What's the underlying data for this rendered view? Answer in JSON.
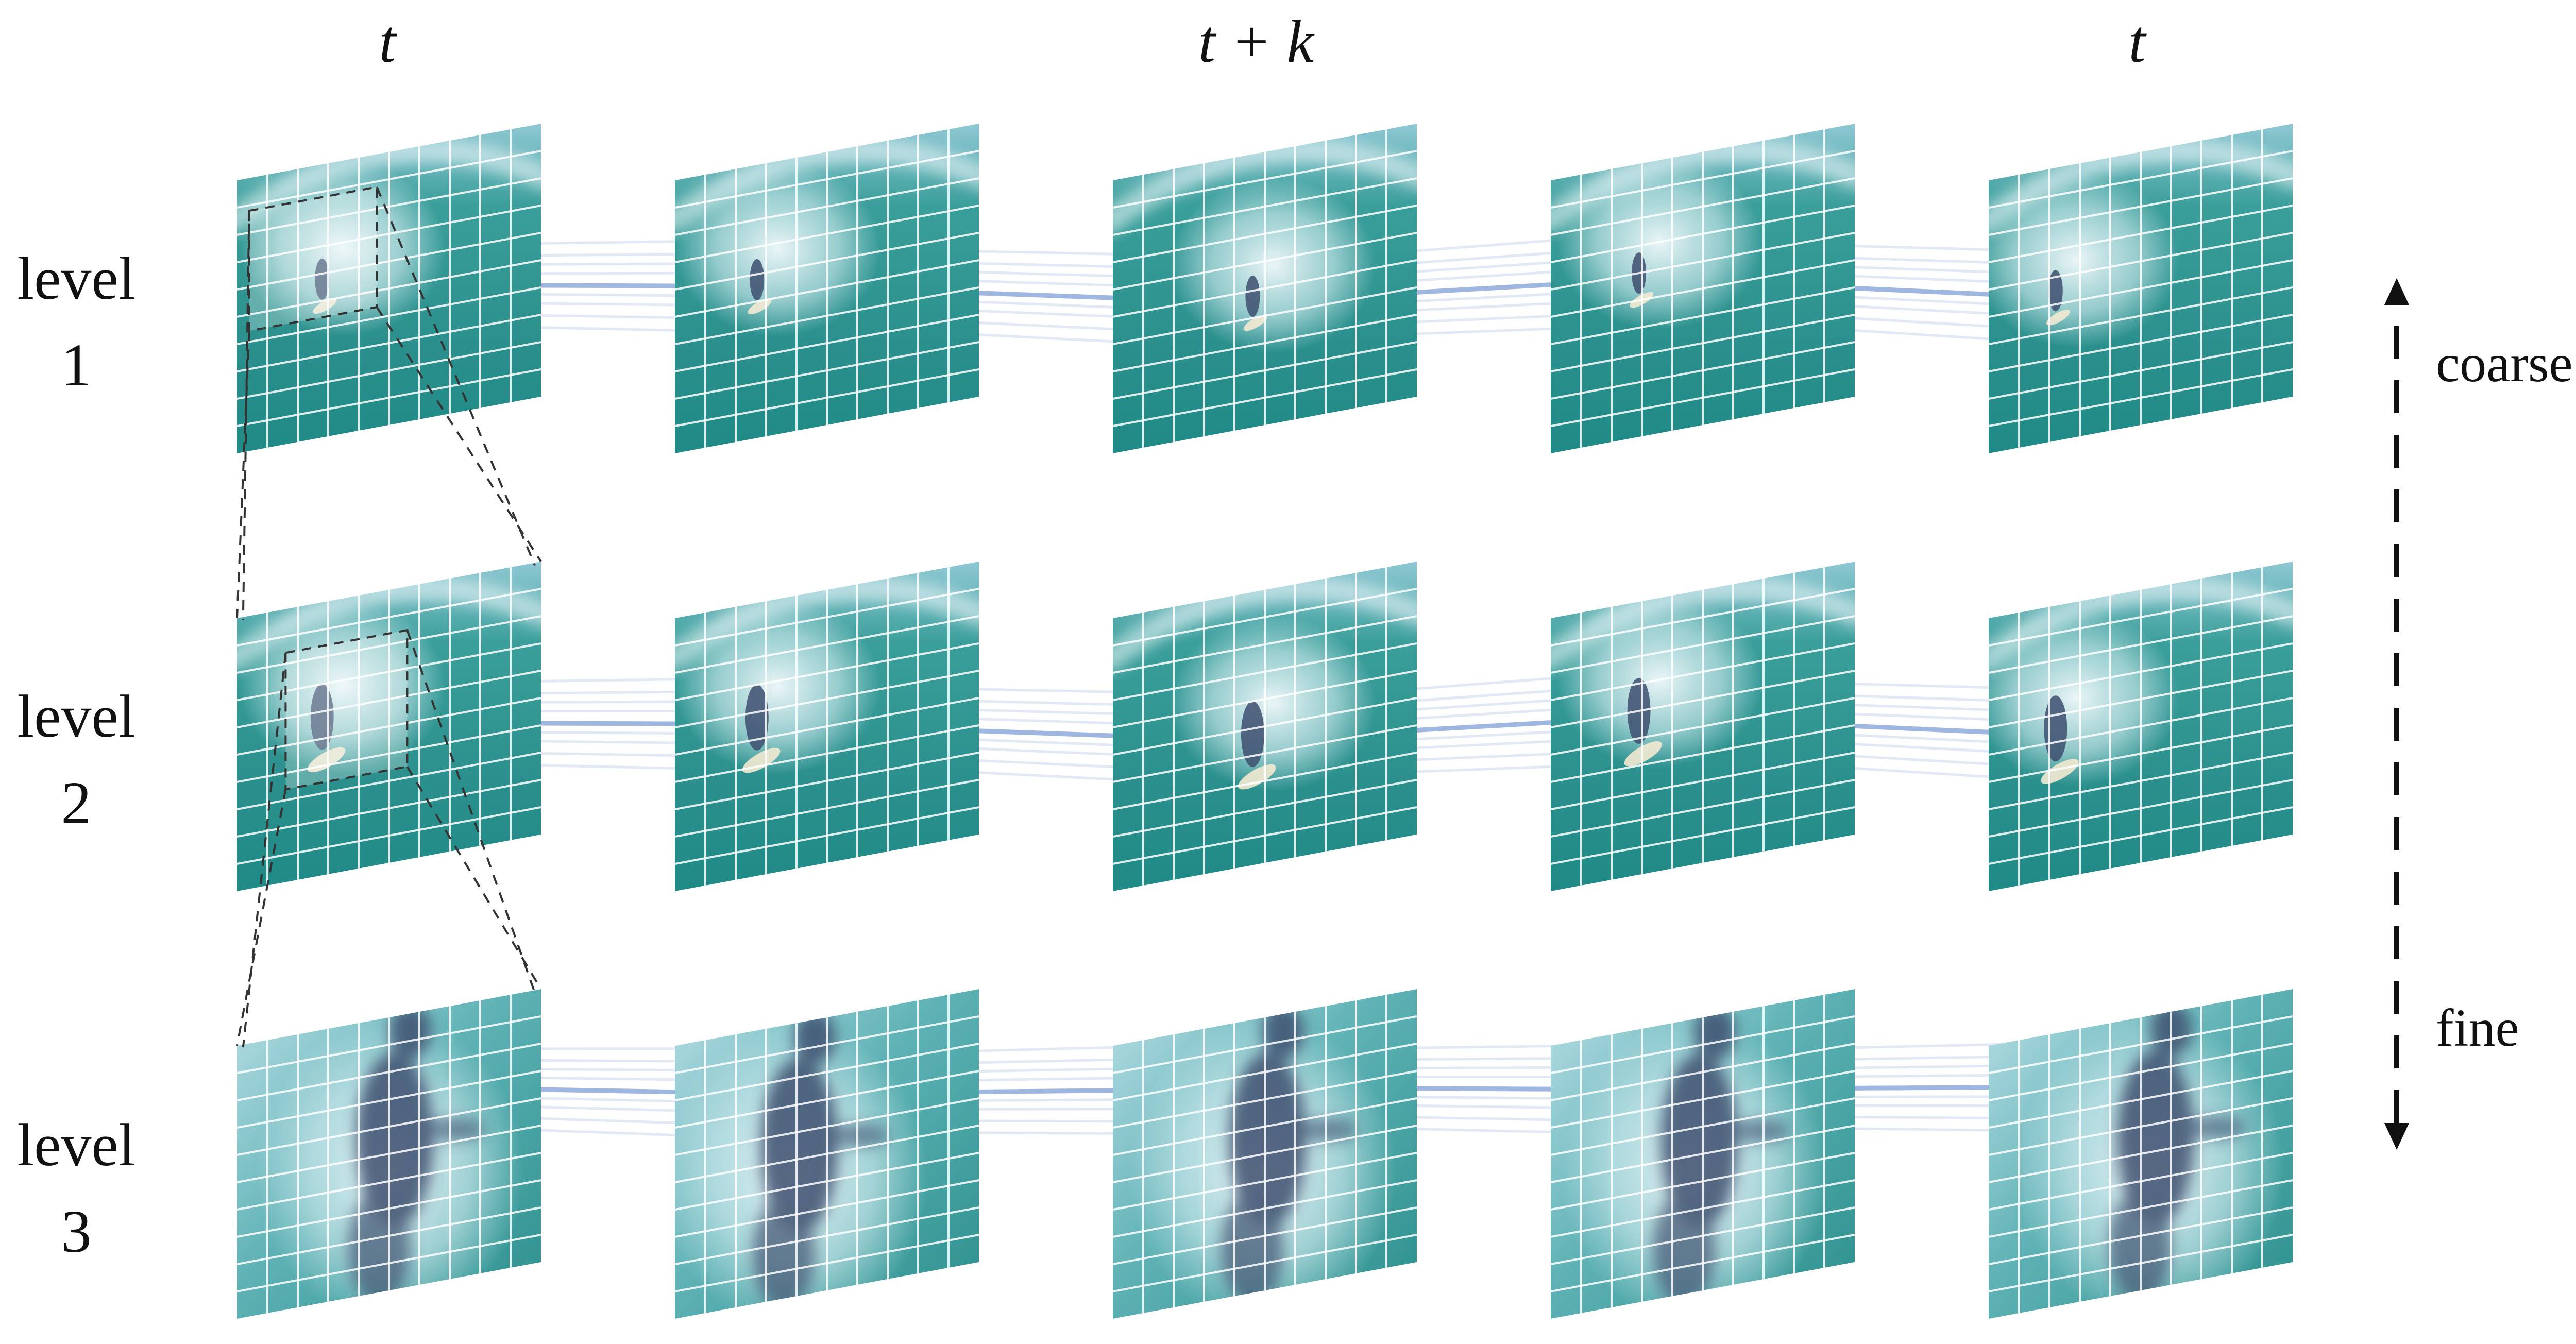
{
  "time_labels": [
    "t",
    "t + k",
    "t"
  ],
  "levels": [
    {
      "word": "level",
      "number": "1"
    },
    {
      "word": "level",
      "number": "2"
    },
    {
      "word": "level",
      "number": "3"
    }
  ],
  "scale_axis": {
    "top": "coarse",
    "bottom": "fine"
  },
  "colors": {
    "frame_deep": "#1f8a86",
    "frame_mid": "#3a9e9a",
    "frame_light": "#9fd3d8",
    "foam": "#eef7fa",
    "grid": "#ffffff",
    "match_line": "#7f9fd6",
    "surfer": "#3d4f6e",
    "board": "#f3ead2",
    "dash": "#333333",
    "text": "#111111"
  }
}
